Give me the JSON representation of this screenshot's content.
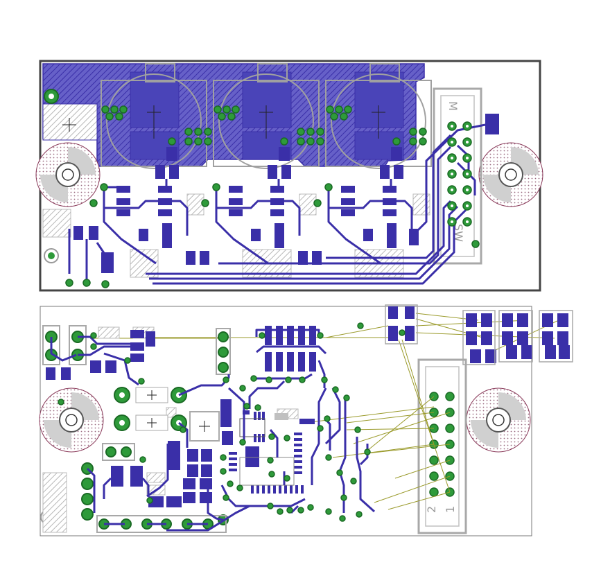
{
  "colors": {
    "background": "#ffffff",
    "board_outline": "#444444",
    "board_outline_thin": "#7a7a7a",
    "copper": "#3a2fa8",
    "copper_fill": "#5b55bf",
    "pad": "#2e9a3a",
    "pad_ring": "#1f7a2a",
    "silk": "#9a9a9a",
    "ratsnest": "#9a9a2a",
    "mount_hole_ring": "#8a3a5a",
    "hatch": "#b0b0b0"
  },
  "top_board": {
    "header_label_top": "M",
    "header_label_bottom": "SW"
  },
  "bottom_board": {
    "header_label_pin2": "2",
    "header_label_pin1": "1"
  }
}
